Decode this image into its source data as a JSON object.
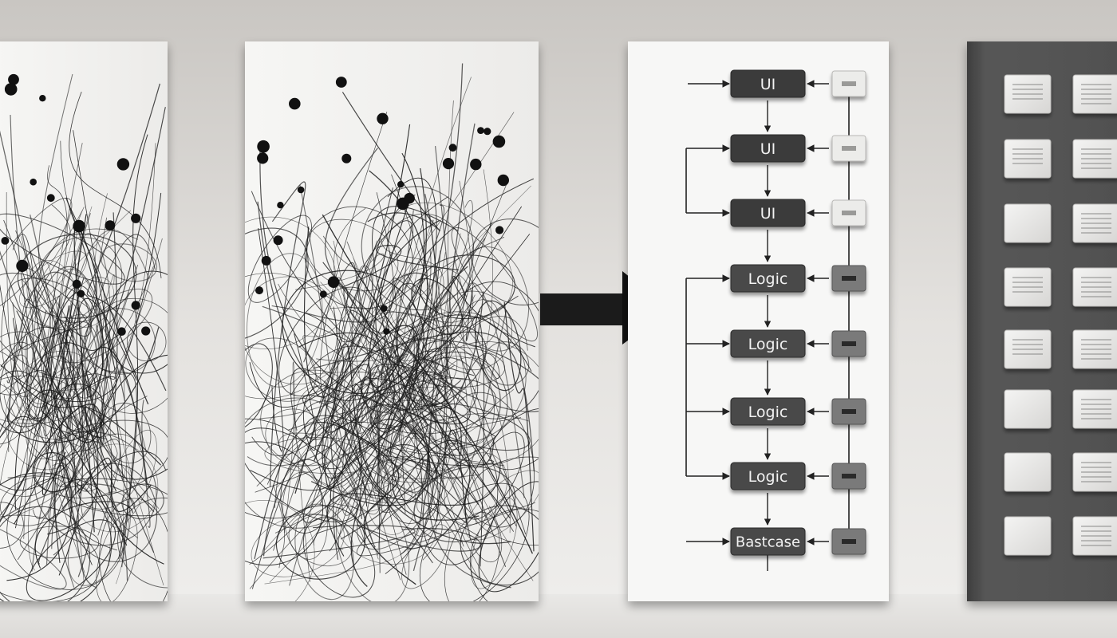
{
  "diagram": {
    "left_nodes": [
      "UI",
      "UI",
      "UI",
      "Logic",
      "Logic",
      "Logic",
      "Logic",
      "Bastcase"
    ]
  }
}
